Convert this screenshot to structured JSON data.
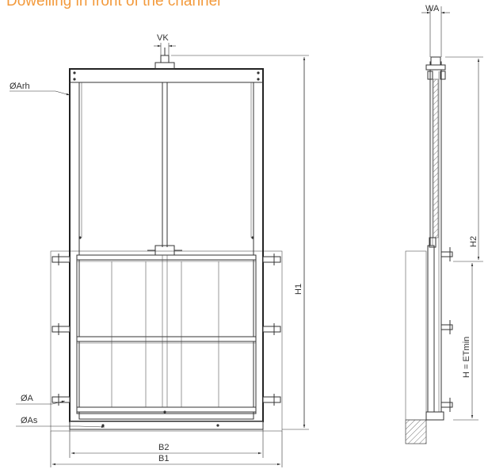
{
  "title": "Dowelling in front of the channel",
  "labels": {
    "vk": "VK",
    "wa": "WA",
    "arh": "ØArh",
    "a": "ØA",
    "as": "ØAs",
    "b1": "B1",
    "b2": "B2",
    "h1": "H1",
    "h2": "H2",
    "h_et": "H = ETmin"
  }
}
